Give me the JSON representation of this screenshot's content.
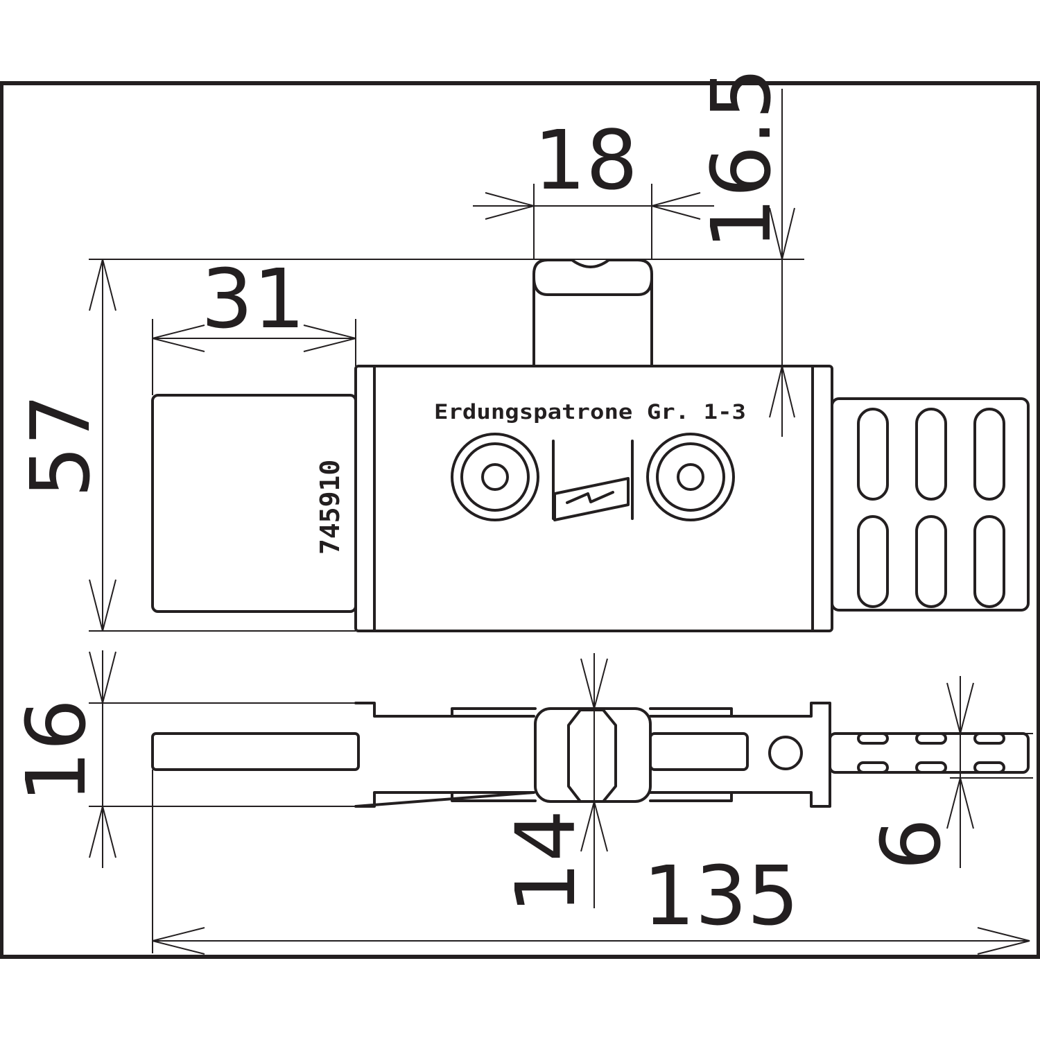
{
  "drawing": {
    "product_label": "Erdungspatrone Gr. 1-3",
    "part_number": "745910"
  },
  "dimensions": {
    "d18": "18",
    "d16_5": "16.5",
    "d31": "31",
    "d57": "57",
    "d16": "16",
    "d14": "14",
    "d6": "6",
    "d135": "135"
  },
  "colors": {
    "ink": "#231f20",
    "background": "#ffffff"
  }
}
